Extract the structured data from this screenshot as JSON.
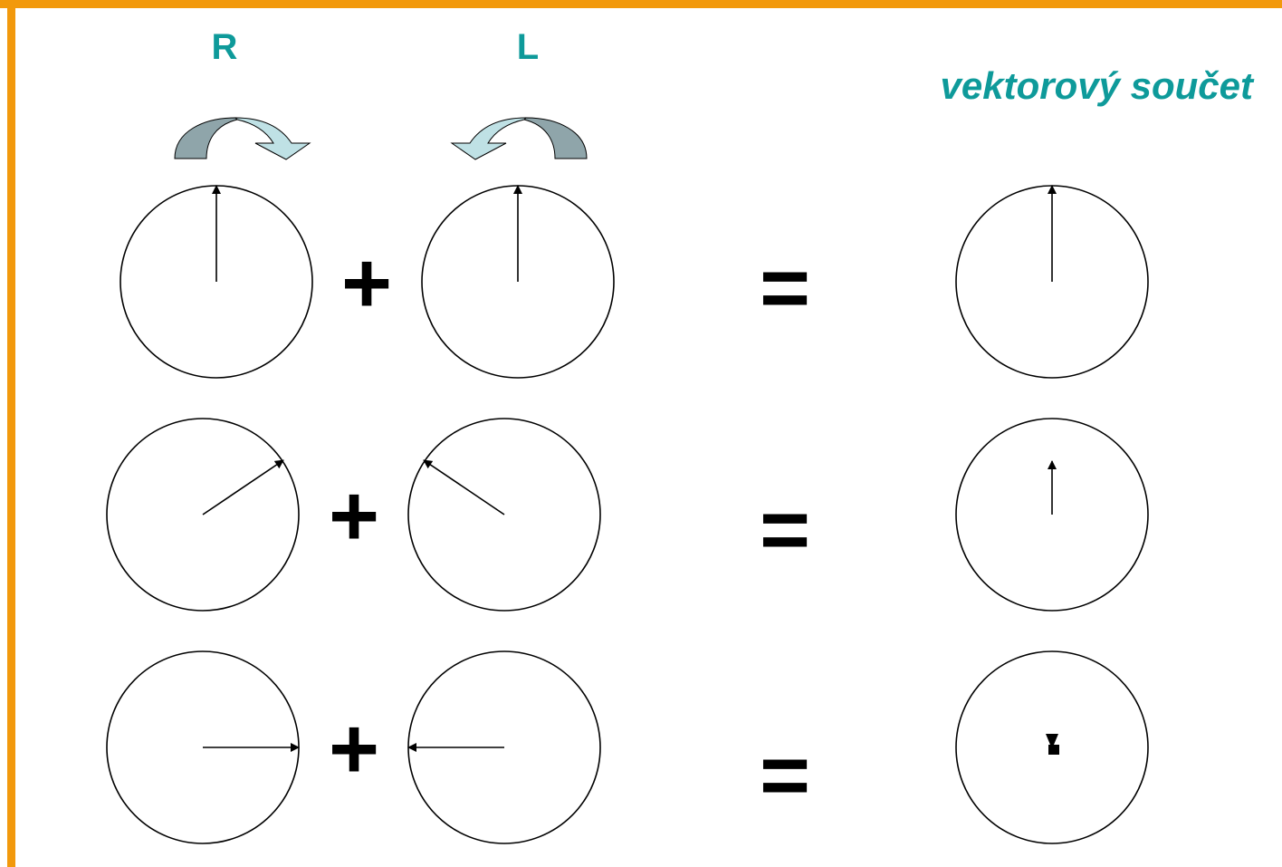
{
  "labels": {
    "right": "R",
    "left": "L",
    "title": "vektorový součet"
  },
  "operators": {
    "plus": "+",
    "equals": "="
  },
  "icons": {
    "rotate_right": "curved-arrow-clockwise-icon",
    "rotate_left": "curved-arrow-counterclockwise-icon"
  },
  "colors": {
    "accent_text": "#0e9a9a",
    "frame_orange": "#f2990c",
    "arrow_dark": "#8fa5aa",
    "arrow_light": "#bfe1e5"
  },
  "rows": [
    {
      "r_angle_deg": 0,
      "l_angle_deg": 0,
      "sum_length": 1.0
    },
    {
      "r_angle_deg": 56,
      "l_angle_deg": -56,
      "sum_length": 0.55
    },
    {
      "r_angle_deg": 90,
      "l_angle_deg": -90,
      "sum_length": 0.0
    }
  ]
}
